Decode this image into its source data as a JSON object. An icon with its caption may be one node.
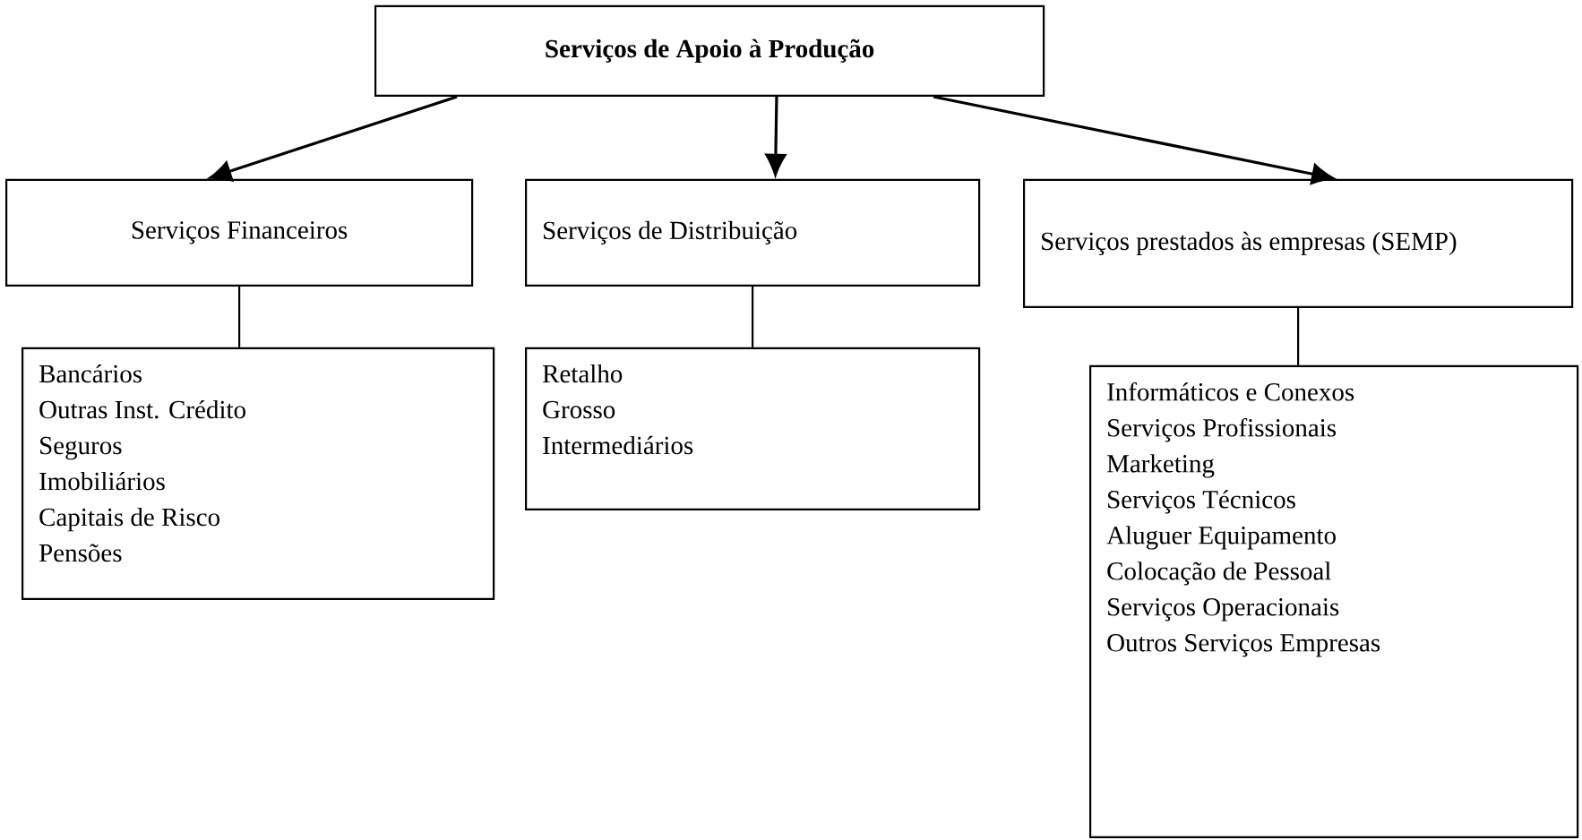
{
  "diagram": {
    "nodes": [
      {
        "text": [
          "Serviços de Apoio à Produção"
        ]
      },
      {
        "text": [
          "Serviços Financeiros"
        ]
      },
      {
        "text": [
          "Serviços de Distribuição"
        ]
      },
      {
        "text": [
          "Serviços prestados às empresas (SEMP)"
        ]
      },
      {
        "text": [
          "Bancários",
          "Outras Inst. Crédito",
          "Seguros",
          "Imobiliários",
          "Capitais de Risco",
          "Pensões"
        ]
      },
      {
        "text": [
          "Retalho",
          "Grosso",
          "Intermediários"
        ]
      },
      {
        "text": [
          "Informáticos e Conexos",
          "Serviços Profissionais",
          "Marketing",
          "Serviços Técnicos",
          "Aluguer Equipamento",
          "Colocação de Pessoal",
          "Serviços Operacionais",
          "Outros Serviços Empresas"
        ]
      }
    ],
    "edges": [
      {
        "from": 0,
        "to": 1,
        "arrow": "to"
      },
      {
        "from": 0,
        "to": 2,
        "arrow": "to"
      },
      {
        "from": 0,
        "to": 3,
        "arrow": "to"
      },
      {
        "from": 1,
        "to": 4,
        "arrow": "none"
      },
      {
        "from": 2,
        "to": 5,
        "arrow": "none"
      },
      {
        "from": 3,
        "to": 6,
        "arrow": "none"
      }
    ]
  }
}
